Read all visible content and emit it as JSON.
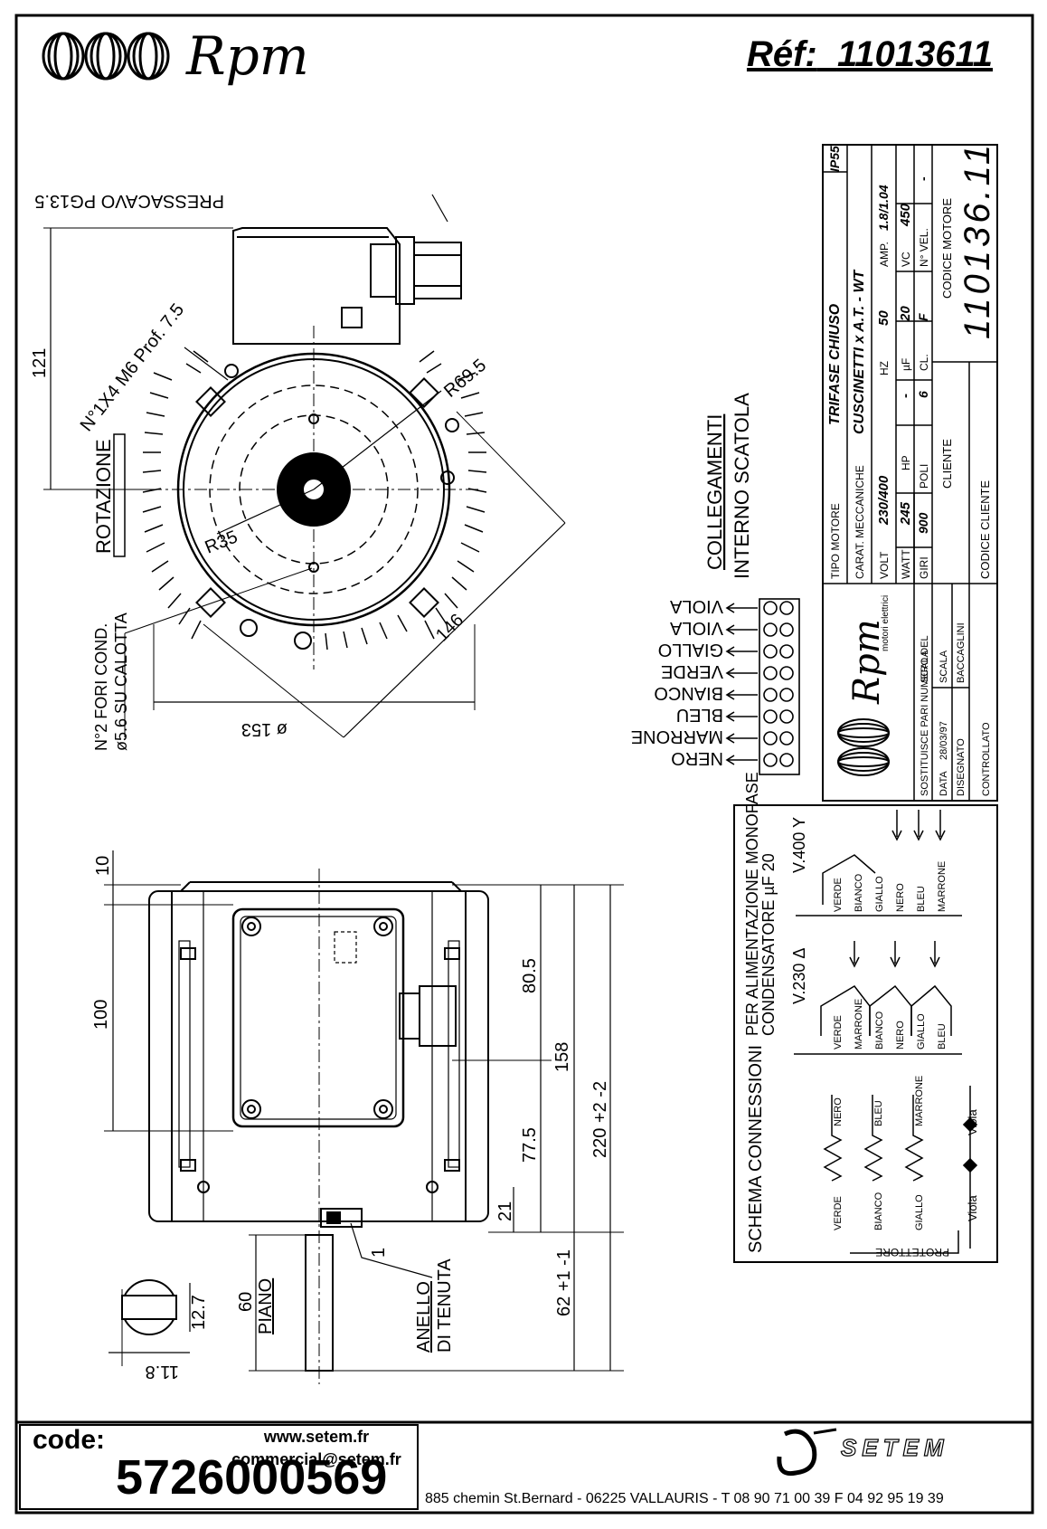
{
  "header": {
    "brand": "Rpm",
    "ref_label": "Réf:",
    "ref_number": "11013611"
  },
  "front_view": {
    "cable_gland": "PRESSACAVO PG13.5",
    "holes": "N°1X4 M6 Prof. 7.5",
    "radius_outer": "R69.5",
    "radius_inner": "R35",
    "height_121": "121",
    "rotation": "ROTAZIONE",
    "holes_cond_1": "N°2 FORI COND.",
    "holes_cond_2": "ø5.6 SU CALOTTA",
    "dim_153": "ø 153",
    "dim_146": "146"
  },
  "wiring": {
    "title_1": "COLLEGAMENTI",
    "title_2": "INTERNO SCATOLA",
    "wires": [
      "VIOLA",
      "VIOLA",
      "GIALLO",
      "VERDE",
      "BIANCO",
      "BLEU",
      "MARRONE",
      "NERO"
    ]
  },
  "title_block": {
    "ip": "IP55",
    "tipo_motore_label": "TIPO MOTORE",
    "tipo_motore_value": "TRIFASE CHIUSO",
    "carat_label": "CARAT. MECCANICHE",
    "carat_value": "CUSCINETTI x A.T. - WT",
    "volt_label": "VOLT",
    "volt_value": "230/400",
    "hz_label": "HZ",
    "hz_value": "50",
    "amp_label": "AMP.",
    "amp_value": "1.8/1.04",
    "watt_label": "WATT",
    "watt_value": "245",
    "hp_label": "HP",
    "hp_value": "-",
    "uf_label": "µF",
    "uf_value": "20",
    "vc_label": "VC",
    "vc_value": "450",
    "giri_label": "GIRI",
    "giri_value": "900",
    "poli_label": "POLI",
    "poli_value": "6",
    "cl_label": "CL.",
    "cl_value": "F",
    "nvel_label": "N° VEL.",
    "nvel_value": "-",
    "cliente": "CLIENTE",
    "codice_motore_label": "CODICE MOTORE",
    "codice_motore": "110136.11",
    "codice_cliente": "CODICE CLIENTE",
    "brand": "Rpm",
    "brand_sub": "motori elettrici",
    "sostituisce": "SOSTITUISCE PARI NUMERO DEL",
    "data_label": "DATA",
    "data_value": "28/03/97",
    "scala": "SCALA",
    "disegnato_label": "DISEGNATO",
    "disegnato_value": "BACCAGLINI",
    "controllato": "CONTROLLATO"
  },
  "schema": {
    "title": "SCHEMA CONNESSIONI",
    "mono_1": "PER ALIMENTAZIONE MONOFASE",
    "mono_2": "CONDENSATORE µF 20",
    "v230": "V.230 Δ",
    "v400": "V.400 Y",
    "group230": [
      "VERDE",
      "MARRONE",
      "BIANCO",
      "NERO",
      "GIALLO",
      "BLEU"
    ],
    "group400": [
      "VERDE",
      "BIANCO",
      "GIALLO",
      "NERO",
      "BLEU",
      "MARRONE"
    ],
    "coil_top": [
      "NERO",
      "BLEU",
      "MARRONE"
    ],
    "coil_bottom": [
      "VERDE",
      "BIANCO",
      "GIALLO"
    ],
    "viola": "Viola",
    "protettore": "PROTETTORE"
  },
  "side_view": {
    "dim_10": "10",
    "dim_100": "100",
    "dim_80_5": "80.5",
    "dim_158": "158",
    "dim_220": "220 +2 -2",
    "dim_77_5": "77.5",
    "dim_21": "21",
    "dim_1": "1",
    "dim_62": "62 +1 -1",
    "dim_60": "60",
    "piano": "PIANO",
    "anello_1": "ANELLO",
    "anello_2": "DI TENUTA",
    "dim_12_7": "12.7",
    "dim_11_8": "11.8"
  },
  "footer": {
    "code_label": "code:",
    "code_value": "5726000569",
    "web": "www.setem.fr",
    "email": "commercial@setem.fr",
    "address": "885 chemin St.Bernard  -  06225 VALLAURIS  -  T 08 90 71 00 39   F 04 92 95 19 39",
    "setem": "SETEM"
  }
}
